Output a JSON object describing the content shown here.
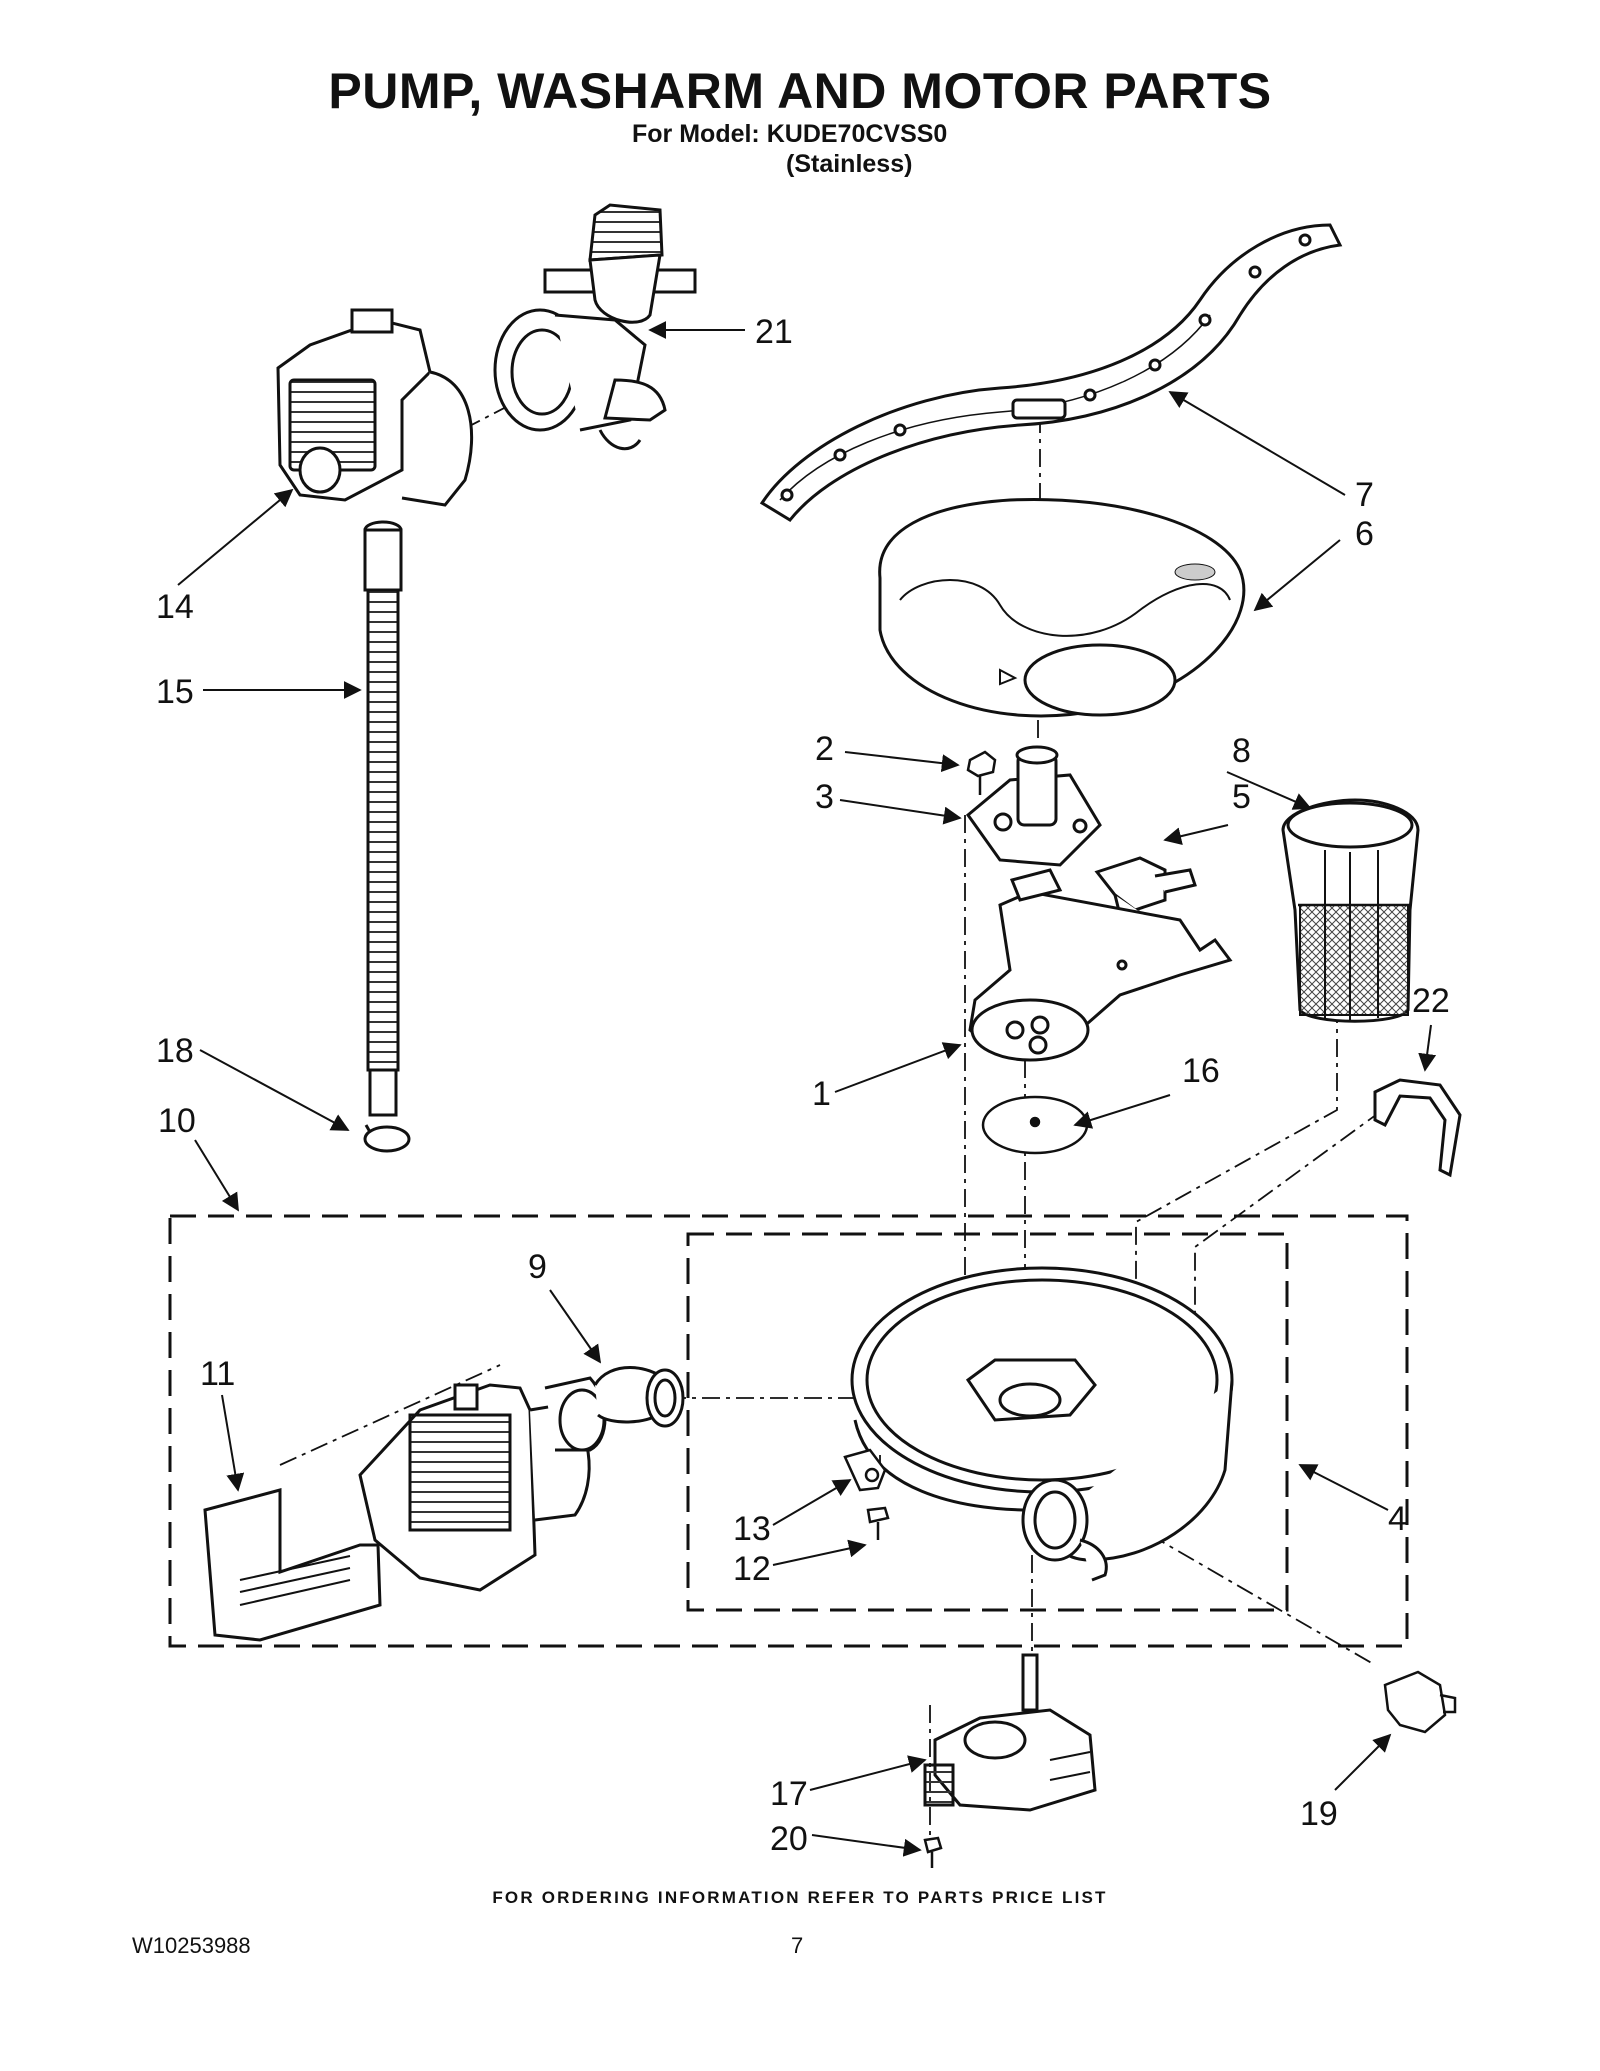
{
  "header": {
    "title": "PUMP, WASHARM AND MOTOR PARTS",
    "model_line": "For Model: KUDE70CVSS0",
    "finish_line": "(Stainless)"
  },
  "callouts": [
    "1",
    "2",
    "3",
    "4",
    "5",
    "6",
    "7",
    "8",
    "9",
    "10",
    "11",
    "12",
    "13",
    "14",
    "15",
    "16",
    "17",
    "18",
    "19",
    "20",
    "21",
    "22"
  ],
  "footer": {
    "ordering_note": "FOR ORDERING INFORMATION REFER TO PARTS PRICE LIST",
    "document_number": "W10253988",
    "page_number": "7"
  }
}
